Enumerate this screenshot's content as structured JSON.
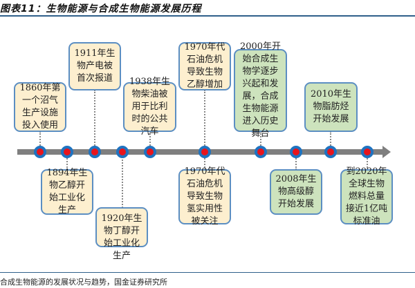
{
  "title": "图表11：生物能源与合成生物能源发展历程",
  "caption": "合成生物能源的发展状况与趋势，国金证券研究所",
  "colors": {
    "early": "#fdefcf",
    "modern": "#cde3bd",
    "dot": "#e8141c",
    "ring": "#1f73c0"
  },
  "events": [
    {
      "lines": [
        "1860年第",
        "一个沼气",
        "生产设施",
        "投入使用"
      ]
    },
    {
      "lines": [
        "1911年生",
        "物产电被",
        "首次报道"
      ]
    },
    {
      "lines": [
        "1938年生",
        "物柴油被",
        "用于比利",
        "时的公共",
        "汽车"
      ]
    },
    {
      "lines": [
        "1970年代",
        "石油危机",
        "导致生物",
        "乙醇增加"
      ]
    },
    {
      "lines": [
        "2000年开",
        "始合成生",
        "物学逐步",
        "兴起和发",
        "展，合成",
        "生物能源",
        "进入历史",
        "舞台"
      ]
    },
    {
      "lines": [
        "2010年生",
        "物脂肪烃",
        "开始发展"
      ]
    },
    {
      "lines": [
        "1894年生",
        "物乙醇开",
        "始工业化",
        "生产"
      ]
    },
    {
      "lines": [
        "1920年生",
        "物丁醇开",
        "始工业化",
        "生产"
      ]
    },
    {
      "lines": [
        "1970年代",
        "石油危机",
        "导致生物",
        "氢实用性",
        "被关注"
      ]
    },
    {
      "lines": [
        "2008年生",
        "物高级醇",
        "开始发展"
      ]
    },
    {
      "lines": [
        "到2020年",
        "全球生物",
        "燃料总量",
        "接近1亿吨",
        "标准油"
      ]
    }
  ]
}
